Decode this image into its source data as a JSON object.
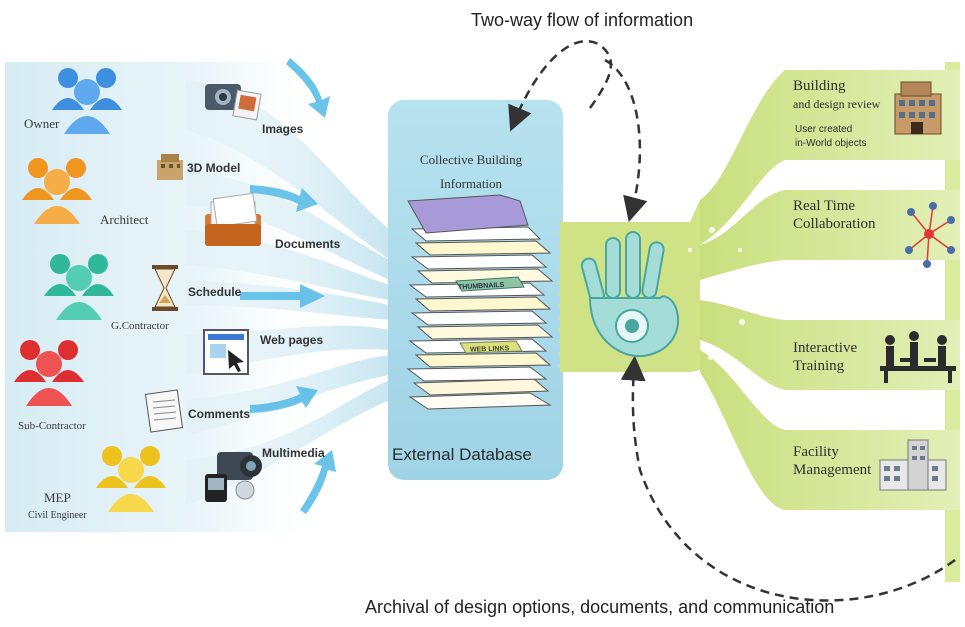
{
  "top_caption": "Two-way flow of information",
  "bottom_caption": "Archival of design options, documents, and communication",
  "stakeholders": [
    {
      "label": "Owner",
      "color": "#3f8fe0"
    },
    {
      "label": "Architect",
      "color": "#f29a24"
    },
    {
      "label": "G.Contractor",
      "color": "#3fbfa8"
    },
    {
      "label": "Sub-Contractor",
      "color": "#e23b3b"
    },
    {
      "label": "MEP",
      "color": "#f2cd25"
    },
    {
      "label": "Civil Engineer",
      "color": "#f2cd25"
    }
  ],
  "media_types": [
    {
      "label": "Images",
      "icon": "camera-icon"
    },
    {
      "label": "3D Model",
      "icon": "building-model-icon"
    },
    {
      "label": "Documents",
      "icon": "folder-icon"
    },
    {
      "label": "Schedule",
      "icon": "hourglass-icon"
    },
    {
      "label": "Web pages",
      "icon": "web-page-icon"
    },
    {
      "label": "Comments",
      "icon": "notepad-icon"
    },
    {
      "label": "Multimedia",
      "icon": "video-camera-icon"
    }
  ],
  "database": {
    "title_line1": "Collective Building",
    "title_line2": "Information",
    "label": "External Database",
    "tab_thumbnails": "THUMBNAILS",
    "tab_weblinks": "WEB LINKS"
  },
  "hub_icon": "hand-logo-icon",
  "outputs": [
    {
      "line1": "Building",
      "line2": "and design review",
      "sub1": "User created",
      "sub2": "in-World objects",
      "icon": "building-icon"
    },
    {
      "line1": "Real Time",
      "line2": "Collaboration",
      "icon": "network-people-icon"
    },
    {
      "line1": "Interactive",
      "line2": "Training",
      "icon": "meeting-icon"
    },
    {
      "line1": "Facility",
      "line2": "Management",
      "icon": "facility-icon"
    }
  ],
  "colors": {
    "left_panel": "#dff0f6",
    "database": "#a9dbea",
    "green_panel": "#d8e9a0",
    "arrow_blue": "#4fb8e6"
  }
}
